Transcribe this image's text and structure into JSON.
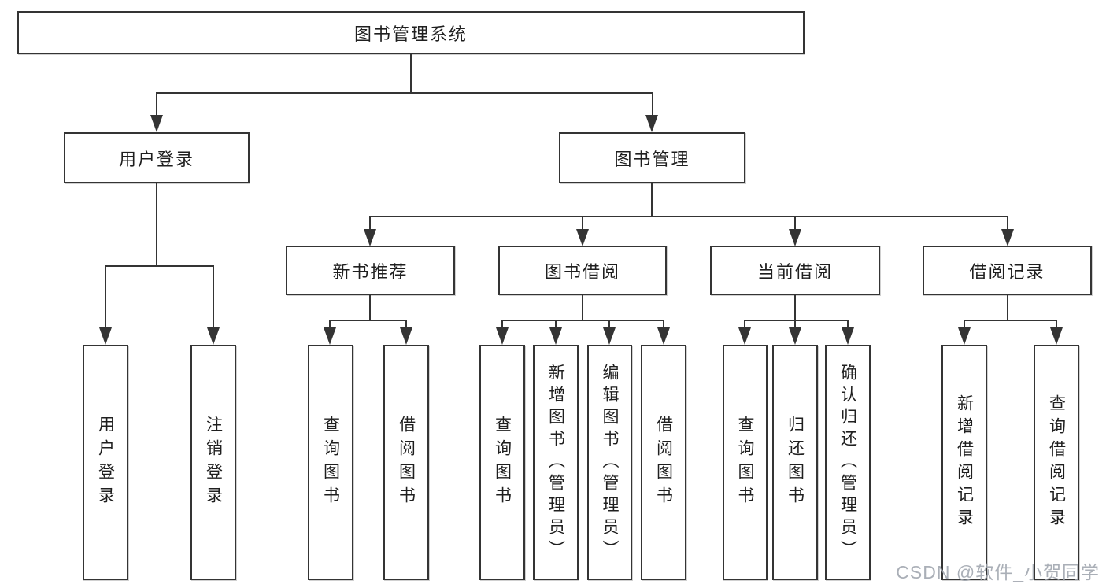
{
  "diagram": {
    "root": {
      "label": "图书管理系统"
    },
    "children": [
      {
        "label": "用户登录",
        "children": [
          {
            "label": "用户登录"
          },
          {
            "label": "注销登录"
          }
        ]
      },
      {
        "label": "图书管理",
        "children": [
          {
            "label": "新书推荐",
            "children": [
              {
                "label": "查询图书"
              },
              {
                "label": "借阅图书"
              }
            ]
          },
          {
            "label": "图书借阅",
            "children": [
              {
                "label": "查询图书"
              },
              {
                "label": "新增图书（管理员）"
              },
              {
                "label": "编辑图书（管理员）"
              },
              {
                "label": "借阅图书"
              }
            ]
          },
          {
            "label": "当前借阅",
            "children": [
              {
                "label": "查询图书"
              },
              {
                "label": "归还图书"
              },
              {
                "label": "确认归还（管理员）"
              }
            ]
          },
          {
            "label": "借阅记录",
            "children": [
              {
                "label": "新增借阅记录"
              },
              {
                "label": "查询借阅记录"
              }
            ]
          }
        ]
      }
    ]
  },
  "watermark": {
    "text": "CSDN @软件_小贺同学"
  },
  "colors": {
    "line": "#343434",
    "box_border": "#343434",
    "text": "#1f1f1f",
    "background": "#ffffff",
    "watermark": "#9ea4ad"
  }
}
